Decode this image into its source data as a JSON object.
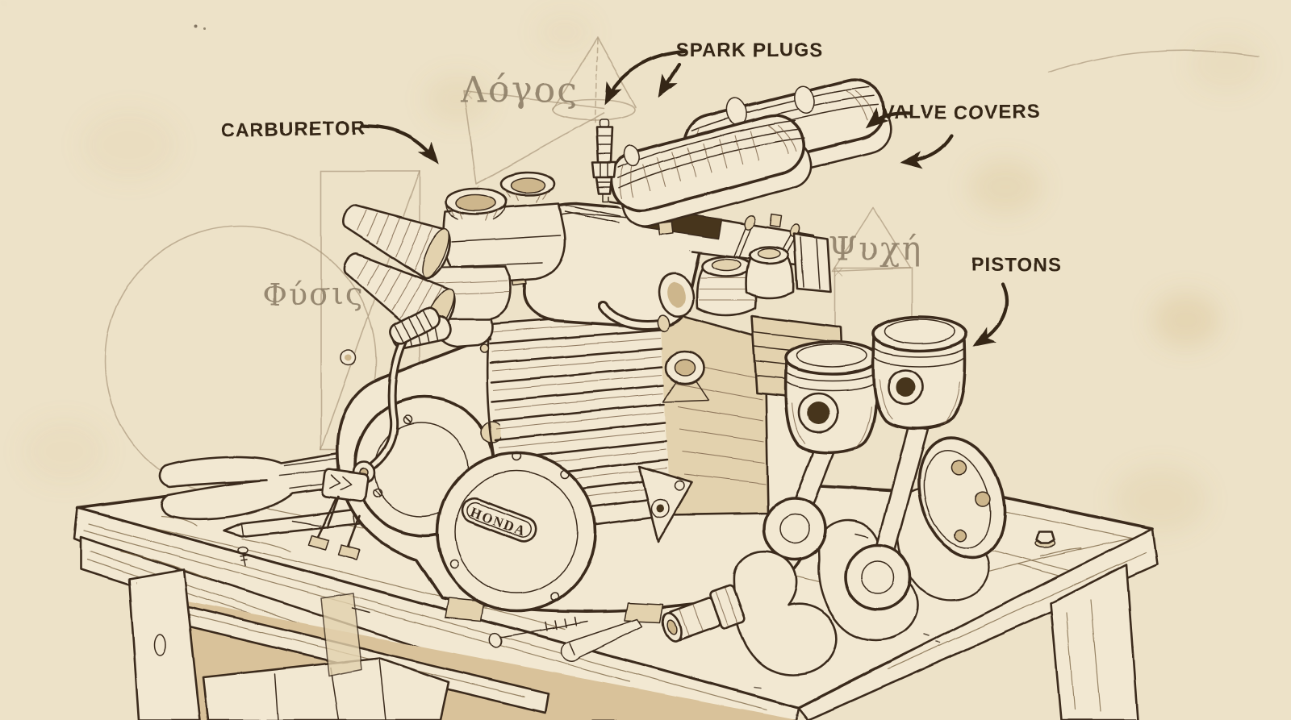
{
  "labels": {
    "carburetor": "CARBURETOR",
    "spark_plugs": "SPARK PLUGS",
    "valve_covers": "VALVE COVERS",
    "pistons": "PISTONS"
  },
  "greek_words": {
    "logos": "Λόγος",
    "psyche": "Ψυχή",
    "physis": "Φύσις"
  },
  "engine_brand": "HONDA",
  "colors": {
    "paper": "#ede2c8",
    "ink": "#3a2b1c",
    "ink_soft": "#7a6248",
    "pencil": "#a08c6f",
    "greek_text": "#8d7f68",
    "label_text": "#342718",
    "stain": "#c9a566"
  }
}
